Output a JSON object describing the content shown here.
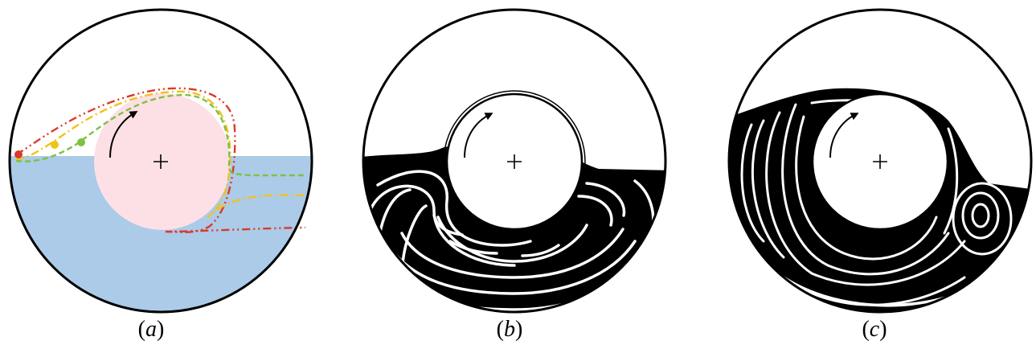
{
  "panels": [
    {
      "id": "a",
      "caption_open": "(",
      "caption_letter": "a",
      "caption_close": ")"
    },
    {
      "id": "b",
      "caption_open": "(",
      "caption_letter": "b",
      "caption_close": ")"
    },
    {
      "id": "c",
      "caption_open": "(",
      "caption_letter": "c",
      "caption_close": ")"
    }
  ],
  "colors": {
    "liquid": "#abcbe8",
    "cylinder": "#fde0e6",
    "fluid_dark": "#000000",
    "curve_red": "#d93a2b",
    "curve_yellow": "#f2c21b",
    "curve_green": "#7cc242",
    "streamline": "#ffffff"
  },
  "icons": [
    "rotation-arrow-icon",
    "center-cross-icon"
  ]
}
